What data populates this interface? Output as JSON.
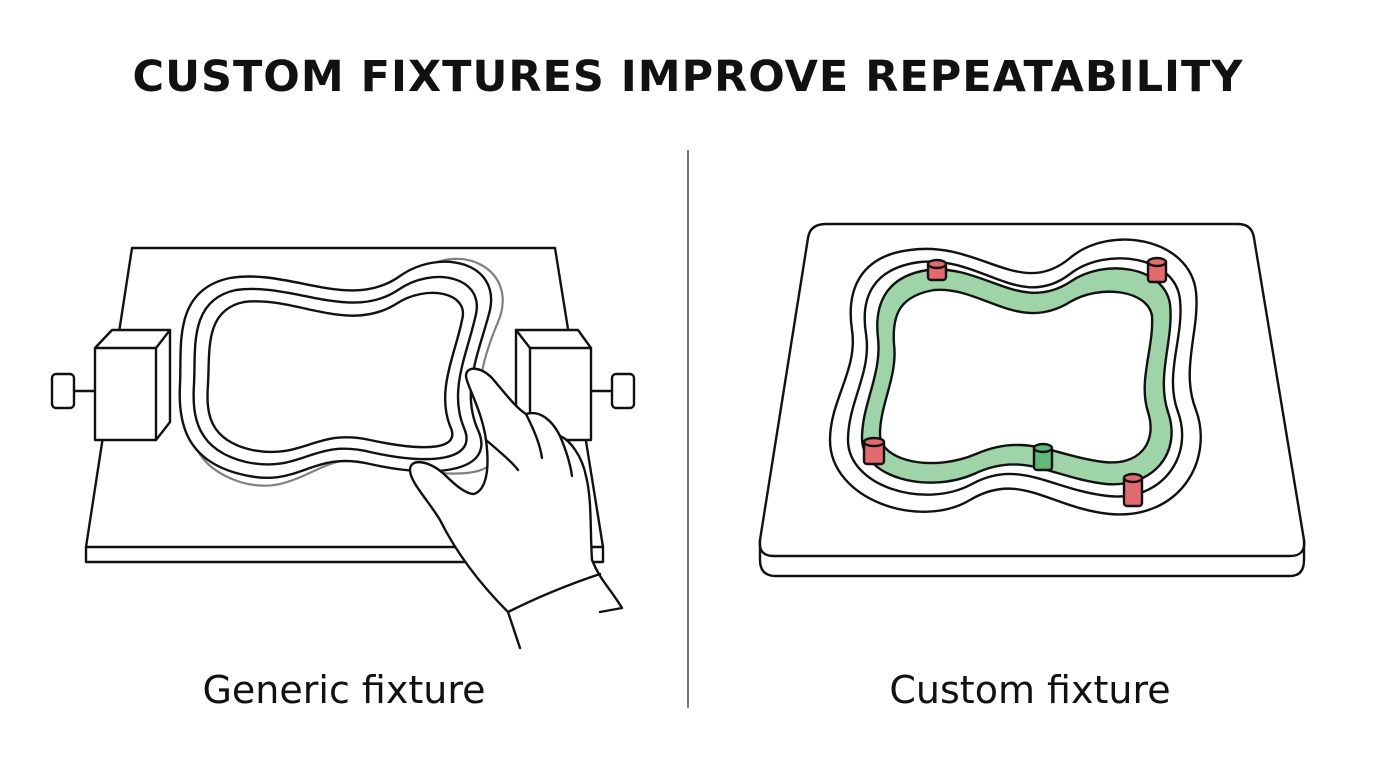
{
  "title": "CUSTOM FIXTURES IMPROVE REPEATABILITY",
  "panels": {
    "generic": {
      "caption": "Generic fixture"
    },
    "custom": {
      "caption": "Custom fixture"
    }
  },
  "colors": {
    "ink": "#111111",
    "ghost_outline": "#808080",
    "pin_red": "#e06a6e",
    "pin_green": "#62b878",
    "nest_green": "#9fd3a8",
    "divider": "#777777"
  },
  "icons": {
    "hand": "hand-icon",
    "clamp": "side-clamp-icon",
    "locator_pin": "locator-pin-icon"
  }
}
